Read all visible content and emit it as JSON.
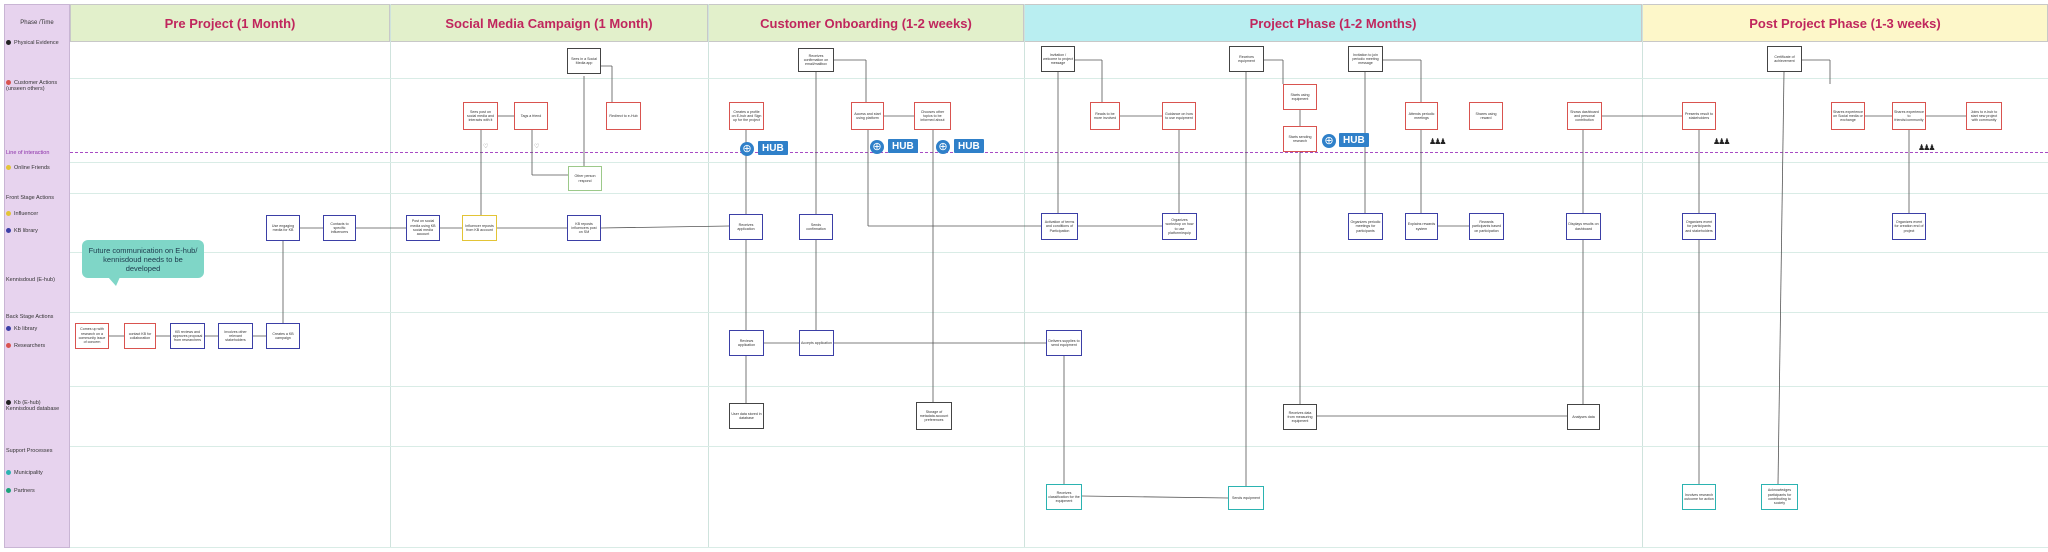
{
  "header": {
    "phase_time_label": "Phase /Time",
    "phases": [
      {
        "title": "Pre Project (1 Month)",
        "color": "#e2f0cb"
      },
      {
        "title": "Social Media Campaign (1 Month)",
        "color": "#e2f0cb"
      },
      {
        "title": "Customer Onboarding (1-2 weeks)",
        "color": "#e2f0cb"
      },
      {
        "title": "Project Phase (1-2 Months)",
        "color": "#b9eef1"
      },
      {
        "title": "Post Project Phase (1-3 weeks)",
        "color": "#fdf7c9"
      }
    ]
  },
  "lanes": {
    "physical_evidence": "Physical Evidence",
    "customer_actions": "Customer Actions (unseen others)",
    "line_of_interaction": "Line of interaction",
    "online_friends": "Online Friends",
    "front_stage": "Front Stage Actions",
    "influencer": "Influencer",
    "kb_library": "KB library",
    "kennisdoud": "Kennisdoud (E-hub)",
    "back_stage": "Back Stage Actions",
    "kb_library_back": "Kb library",
    "researchers": "Researchers",
    "kb_database": "Kb (E-hub) Kennisdoud database",
    "support": "Support Processes",
    "municipality": "Municipality",
    "partners": "Partners"
  },
  "colors": {
    "red": "#d9534f",
    "blue": "#3b3fa6",
    "teal": "#2bb3b1",
    "yellow": "#e3c436",
    "hub": "#2f80c9",
    "bubble": "#7fd6c7"
  },
  "note": "Future communication on E-hub/ kennisdoud needs to be developed",
  "hub_label": "HUB",
  "boxes": {
    "pp1": "Comes up with research on a community issue of concern",
    "pp2": "contact KB for collaboration",
    "pp3": "KB reviews and approves proposal from researchers",
    "pp4": "Involves other relevant stakeholders",
    "pp5": "Creates a KB campaign",
    "pp6": "Use engaging media for KB",
    "pp7": "Contacts to specific influencers",
    "sm1": "Sees in a Social Media app",
    "sm2": "Sees post on social media and interacts with it",
    "sm3": "Tags a friend",
    "sm4": "Redirect to e-Hub",
    "sm5": "Other person respond",
    "sm6": "Post on social media using KB social media account",
    "sm7": "Influencer reposts from KB account",
    "sm8": "KB reposts influencers post on SM",
    "co1": "Receives confirmation on email/mailbox",
    "co2": "Creates a profile on E-hub and Sign up for the project",
    "co3": "Access and start using platform",
    "co4": "Chooses other topics to be informed about",
    "co5": "Receives application",
    "co6": "Sends confirmation",
    "co7": "Reviews application",
    "co8": "Accepts application",
    "co9": "User data stored in database",
    "co10": "Storage of metadata account preferences",
    "pj1": "Invitation / welcome to project message",
    "pj2": "Reads to be more involved",
    "pj3": "Guidance on how to use equipment",
    "pj4": "Receives equipment",
    "pj5": "Starts using equipment",
    "pj6": "Starts sending research",
    "pj7": "Invitation to join periodic meeting message",
    "pj8": "Attends periodic meetings",
    "pj9": "Shares using reward",
    "pj10": "Activation of terms and conditions of Participation",
    "pj11": "Organizes workshop on how to use platform/equip",
    "pj12": "Organizes periodic meetings for participants",
    "pj13": "Explains rewards system",
    "pj14": "Rewards participants based on participation",
    "pj15": "Delivers supplies to send equipment",
    "pj16": "Receives data from measuring equipment",
    "pj17": "Receives classification for the equipment",
    "pj18": "Sends equipment",
    "po1": "Shows dashboard and personal contribution",
    "po2": "Presents result to stakeholders",
    "po3": "Certificate of achievement",
    "po4": "Shares experience on Social media or exchange",
    "po5": "Shares experience to friends/community",
    "po6": "Joins to e-hub to start new project with community",
    "po7": "Displays results on dashboard",
    "po8": "Organizes event for participants and stakeholders",
    "po9": "Organizes event for creation end of project",
    "po10": "Analyses data",
    "po11": "Involves research outcome for action",
    "po12": "Acknowledges participants for contributing to society"
  }
}
